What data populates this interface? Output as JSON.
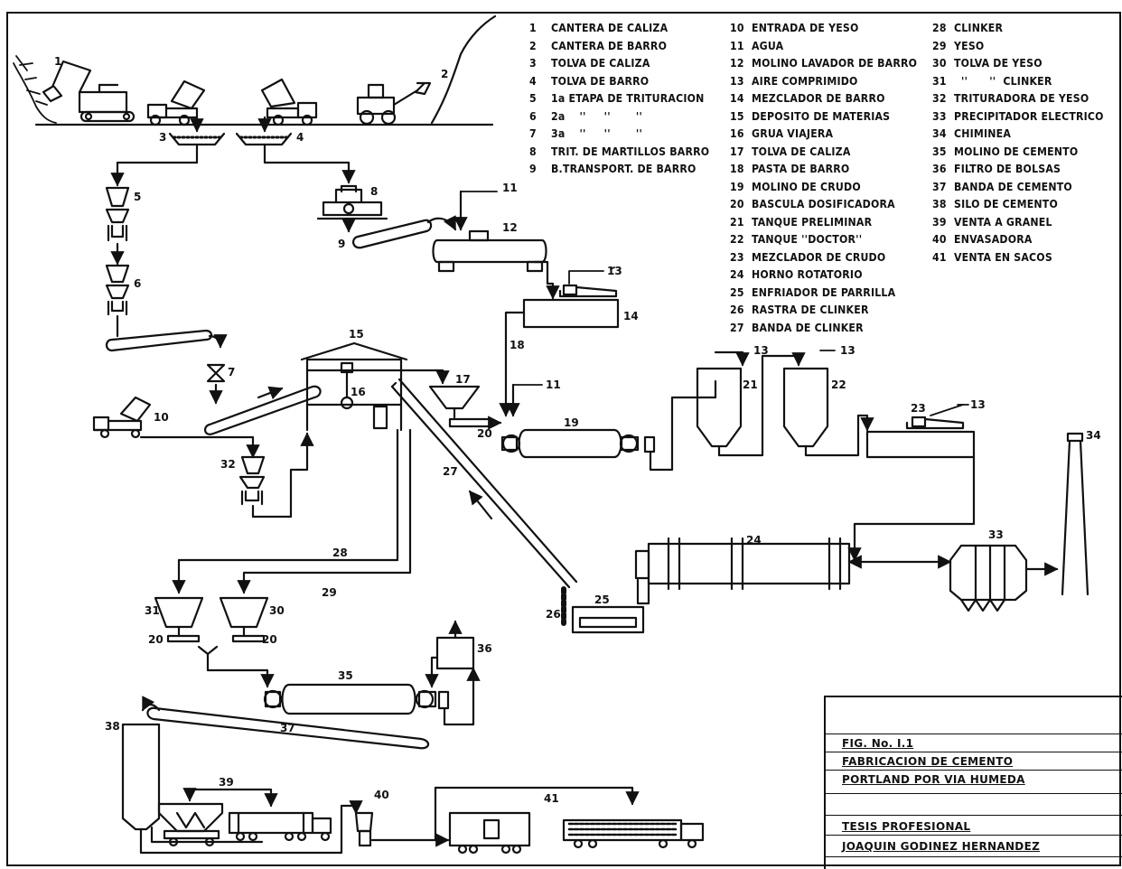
{
  "legend": {
    "col1": [
      {
        "num": "1",
        "text": "CANTERA DE CALIZA"
      },
      {
        "num": "2",
        "text": "CANTERA DE BARRO"
      },
      {
        "num": "3",
        "text": "TOLVA DE CALIZA"
      },
      {
        "num": "4",
        "text": "TOLVA DE BARRO"
      },
      {
        "num": "5",
        "text": "1a ETAPA DE TRITURACION"
      },
      {
        "num": "6",
        "text": "2a    ''     ''       ''"
      },
      {
        "num": "7",
        "text": "3a    ''     ''       ''"
      },
      {
        "num": "8",
        "text": "TRIT. DE MARTILLOS BARRO"
      },
      {
        "num": "9",
        "text": "B.TRANSPORT. DE BARRO"
      }
    ],
    "col2": [
      {
        "num": "10",
        "text": "ENTRADA DE YESO"
      },
      {
        "num": "11",
        "text": "AGUA"
      },
      {
        "num": "12",
        "text": "MOLINO LAVADOR DE BARRO"
      },
      {
        "num": "13",
        "text": "AIRE COMPRIMIDO"
      },
      {
        "num": "14",
        "text": "MEZCLADOR DE BARRO"
      },
      {
        "num": "15",
        "text": "DEPOSITO DE MATERIAS"
      },
      {
        "num": "16",
        "text": "GRUA VIAJERA"
      },
      {
        "num": "17",
        "text": "TOLVA DE CALIZA"
      },
      {
        "num": "18",
        "text": "PASTA DE BARRO"
      },
      {
        "num": "19",
        "text": "MOLINO DE CRUDO"
      },
      {
        "num": "20",
        "text": "BASCULA DOSIFICADORA"
      },
      {
        "num": "21",
        "text": "TANQUE PRELIMINAR"
      },
      {
        "num": "22",
        "text": "TANQUE ''DOCTOR''"
      },
      {
        "num": "23",
        "text": "MEZCLADOR DE CRUDO"
      },
      {
        "num": "24",
        "text": "HORNO ROTATORIO"
      },
      {
        "num": "25",
        "text": "ENFRIADOR DE PARRILLA"
      },
      {
        "num": "26",
        "text": "RASTRA DE CLINKER"
      },
      {
        "num": "27",
        "text": "BANDA DE CLINKER"
      }
    ],
    "col3": [
      {
        "num": "28",
        "text": "CLINKER"
      },
      {
        "num": "29",
        "text": "YESO"
      },
      {
        "num": "30",
        "text": "TOLVA DE YESO"
      },
      {
        "num": "31",
        "text": "  ''      ''  CLINKER"
      },
      {
        "num": "32",
        "text": "TRITURADORA DE YESO"
      },
      {
        "num": "33",
        "text": "PRECIPITADOR ELECTRICO"
      },
      {
        "num": "34",
        "text": "CHIMINEA"
      },
      {
        "num": "35",
        "text": "MOLINO DE CEMENTO"
      },
      {
        "num": "36",
        "text": "FILTRO DE BOLSAS"
      },
      {
        "num": "37",
        "text": "BANDA DE CEMENTO"
      },
      {
        "num": "38",
        "text": "SILO DE CEMENTO"
      },
      {
        "num": "39",
        "text": "VENTA A GRANEL"
      },
      {
        "num": "40",
        "text": "ENVASADORA"
      },
      {
        "num": "41",
        "text": "VENTA EN SACOS"
      }
    ]
  },
  "title_block": {
    "fig": "FIG. No. I.1",
    "title_line1": "FABRICACION DE CEMENTO",
    "title_line2": "PORTLAND POR VIA HUMEDA",
    "subtitle": "TESIS PROFESIONAL",
    "author": "JOAQUIN GODINEZ HERNANDEZ"
  },
  "diagram_labels": {
    "n1": "1",
    "n2": "2",
    "n3": "3",
    "n4": "4",
    "n5": "5",
    "n6": "6",
    "n7": "7",
    "n8": "8",
    "n9": "9",
    "n10": "10",
    "n11a": "11",
    "n11b": "11",
    "n12": "12",
    "n13a": "13",
    "n13b": "13",
    "n13c": "13",
    "n13d": "13",
    "n14": "14",
    "n15": "15",
    "n16": "16",
    "n17": "17",
    "n18": "18",
    "n19": "19",
    "n20a": "20",
    "n20b": "20",
    "n20c": "20",
    "n21": "21",
    "n22": "22",
    "n23": "23",
    "n24": "24",
    "n25": "25",
    "n26": "26",
    "n27": "27",
    "n28": "28",
    "n29": "29",
    "n30": "30",
    "n31": "31",
    "n32": "32",
    "n33": "33",
    "n34": "34",
    "n35": "35",
    "n36": "36",
    "n37": "37",
    "n38": "38",
    "n39": "39",
    "n40": "40",
    "n41": "41"
  }
}
